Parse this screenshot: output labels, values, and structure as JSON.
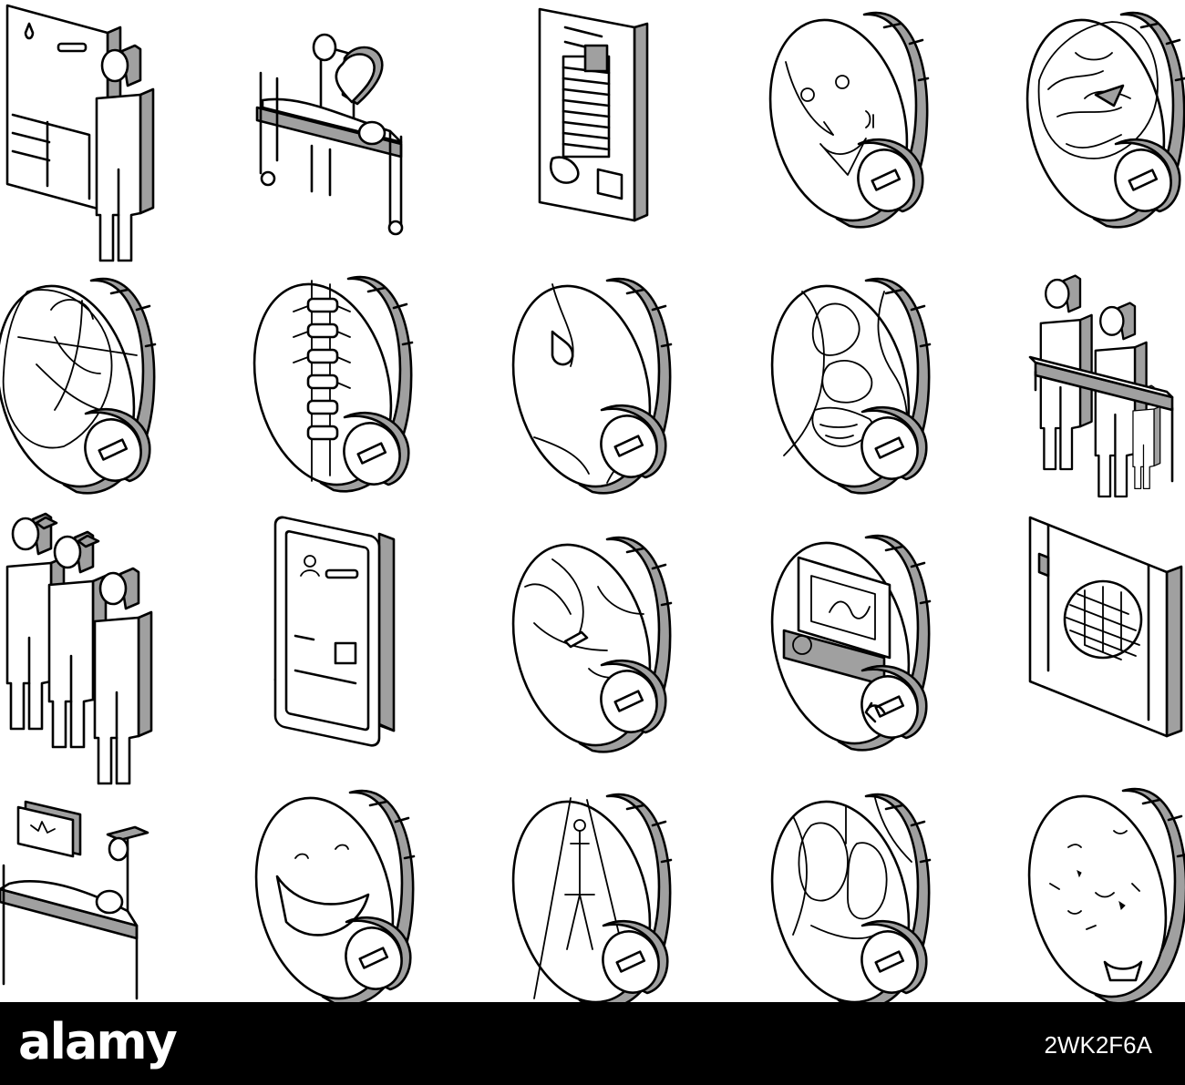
{
  "footer": {
    "brand": "alamy",
    "image_id": "2WK2F6A"
  },
  "colors": {
    "background": "#ffffff",
    "line": "#000000",
    "shade": "#a0a0a0",
    "footer_background": "#000000",
    "footer_text": "#ffffff"
  },
  "icon_grid": {
    "rows": 4,
    "columns": 5,
    "icons": [
      [
        "report-and-doctor-icon",
        "patient-in-bed-with-heart-icon",
        "medical-chart-document-icon",
        "face-lens-icon",
        "brain-lens-icon"
      ],
      [
        "heart-lens-icon",
        "spine-lens-icon",
        "skin-drop-lens-icon",
        "organs-lens-icon",
        "family-with-stretcher-icon"
      ],
      [
        "three-doctors-icon",
        "tablet-patient-card-icon",
        "skin-wound-lens-icon",
        "monitor-lens-icon",
        "xray-panel-icon"
      ],
      [
        "patient-with-monitor-bed-icon",
        "smile-lens-icon",
        "body-diagram-lens-icon",
        "lungs-lens-icon",
        "skin-spots-lens-icon"
      ]
    ]
  }
}
